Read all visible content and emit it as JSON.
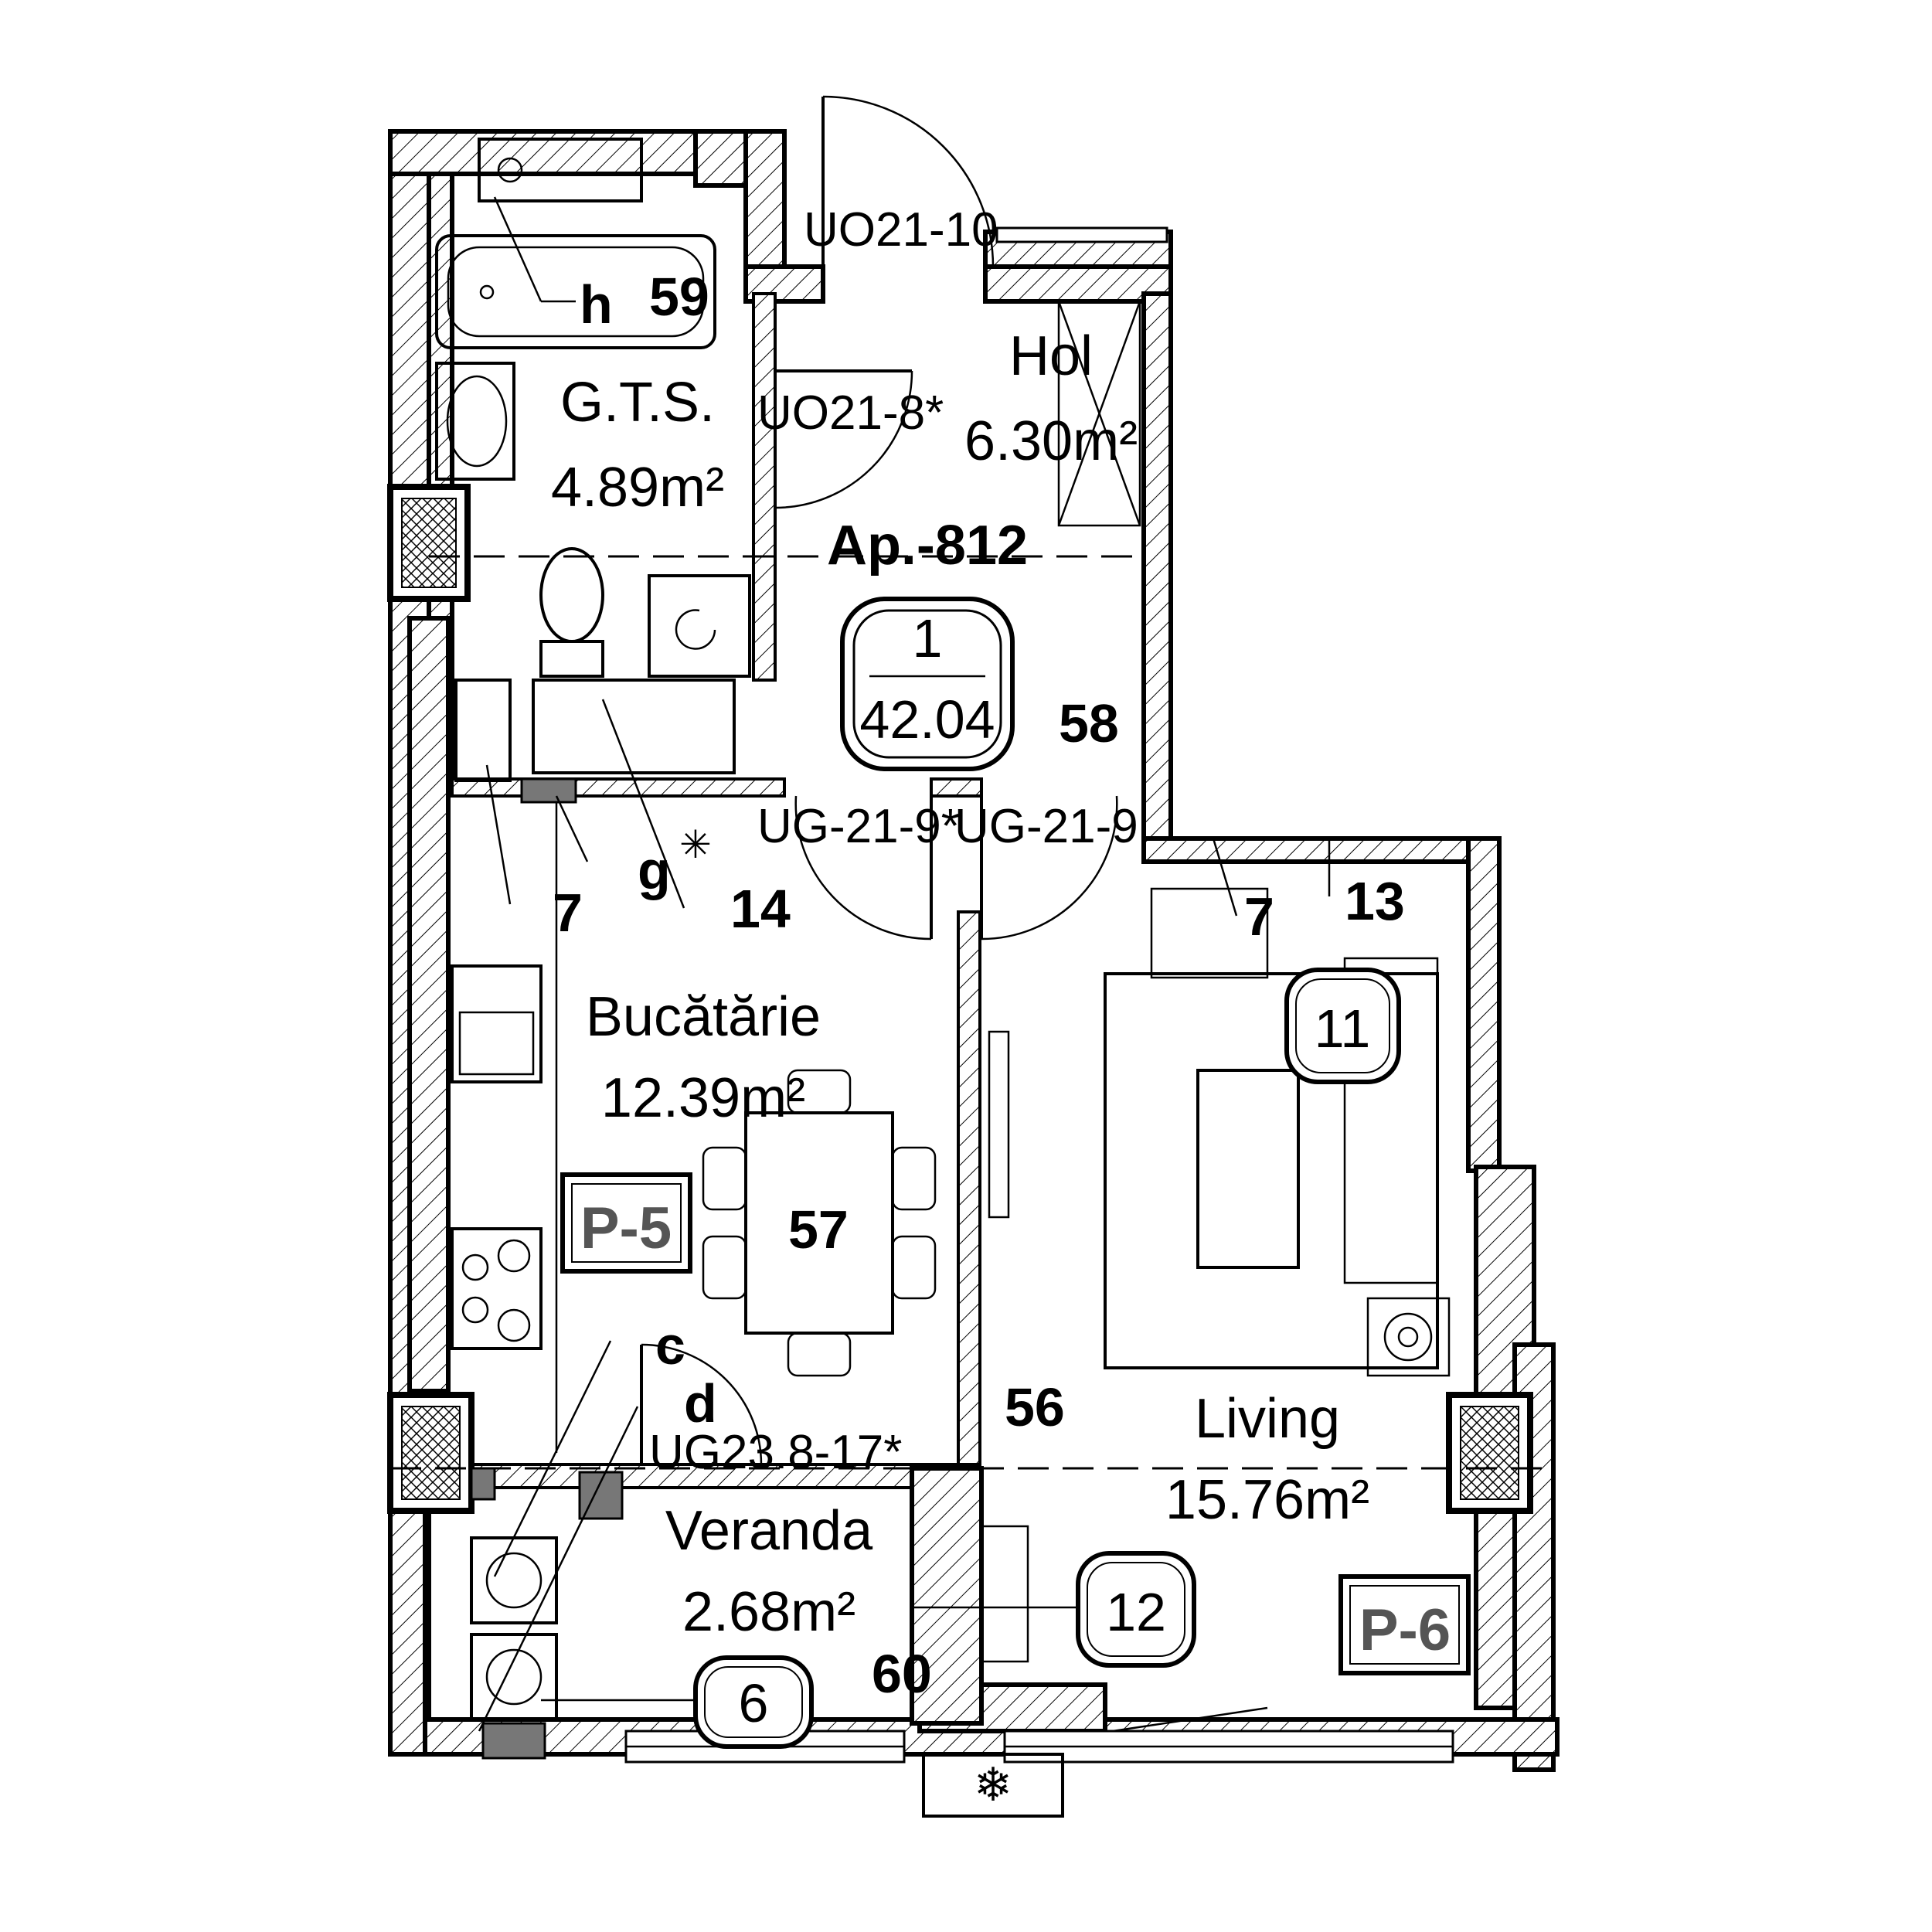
{
  "apartment": {
    "label": "Ap.-812",
    "number": "1",
    "area": "42.04"
  },
  "rooms": {
    "gts": {
      "name": "G.T.S.",
      "area": "4.89m²"
    },
    "hol": {
      "name": "Hol",
      "area": "6.30m²"
    },
    "bucatarie": {
      "name": "Bucătărie",
      "area": "12.39m²"
    },
    "living": {
      "name": "Living",
      "area": "15.76m²"
    },
    "veranda": {
      "name": "Veranda",
      "area": "2.68m²"
    }
  },
  "doors": {
    "entrance": "UO21-10",
    "bath": "UO21-8*",
    "kitchen": "UG-21-9*",
    "living": "UG-21-9",
    "veranda": "UG23.8-17*"
  },
  "pillars": {
    "p5": "P-5",
    "p6": "P-6"
  },
  "badges": {
    "b11": "11",
    "b12": "12",
    "b6": "6"
  },
  "markers": {
    "m59": "59",
    "m58": "58",
    "m57": "57",
    "m56": "56",
    "m60": "60",
    "m14": "14",
    "m13": "13",
    "m7a": "7",
    "m7b": "7",
    "h": "h",
    "g": "g",
    "c": "c",
    "d": "d"
  }
}
